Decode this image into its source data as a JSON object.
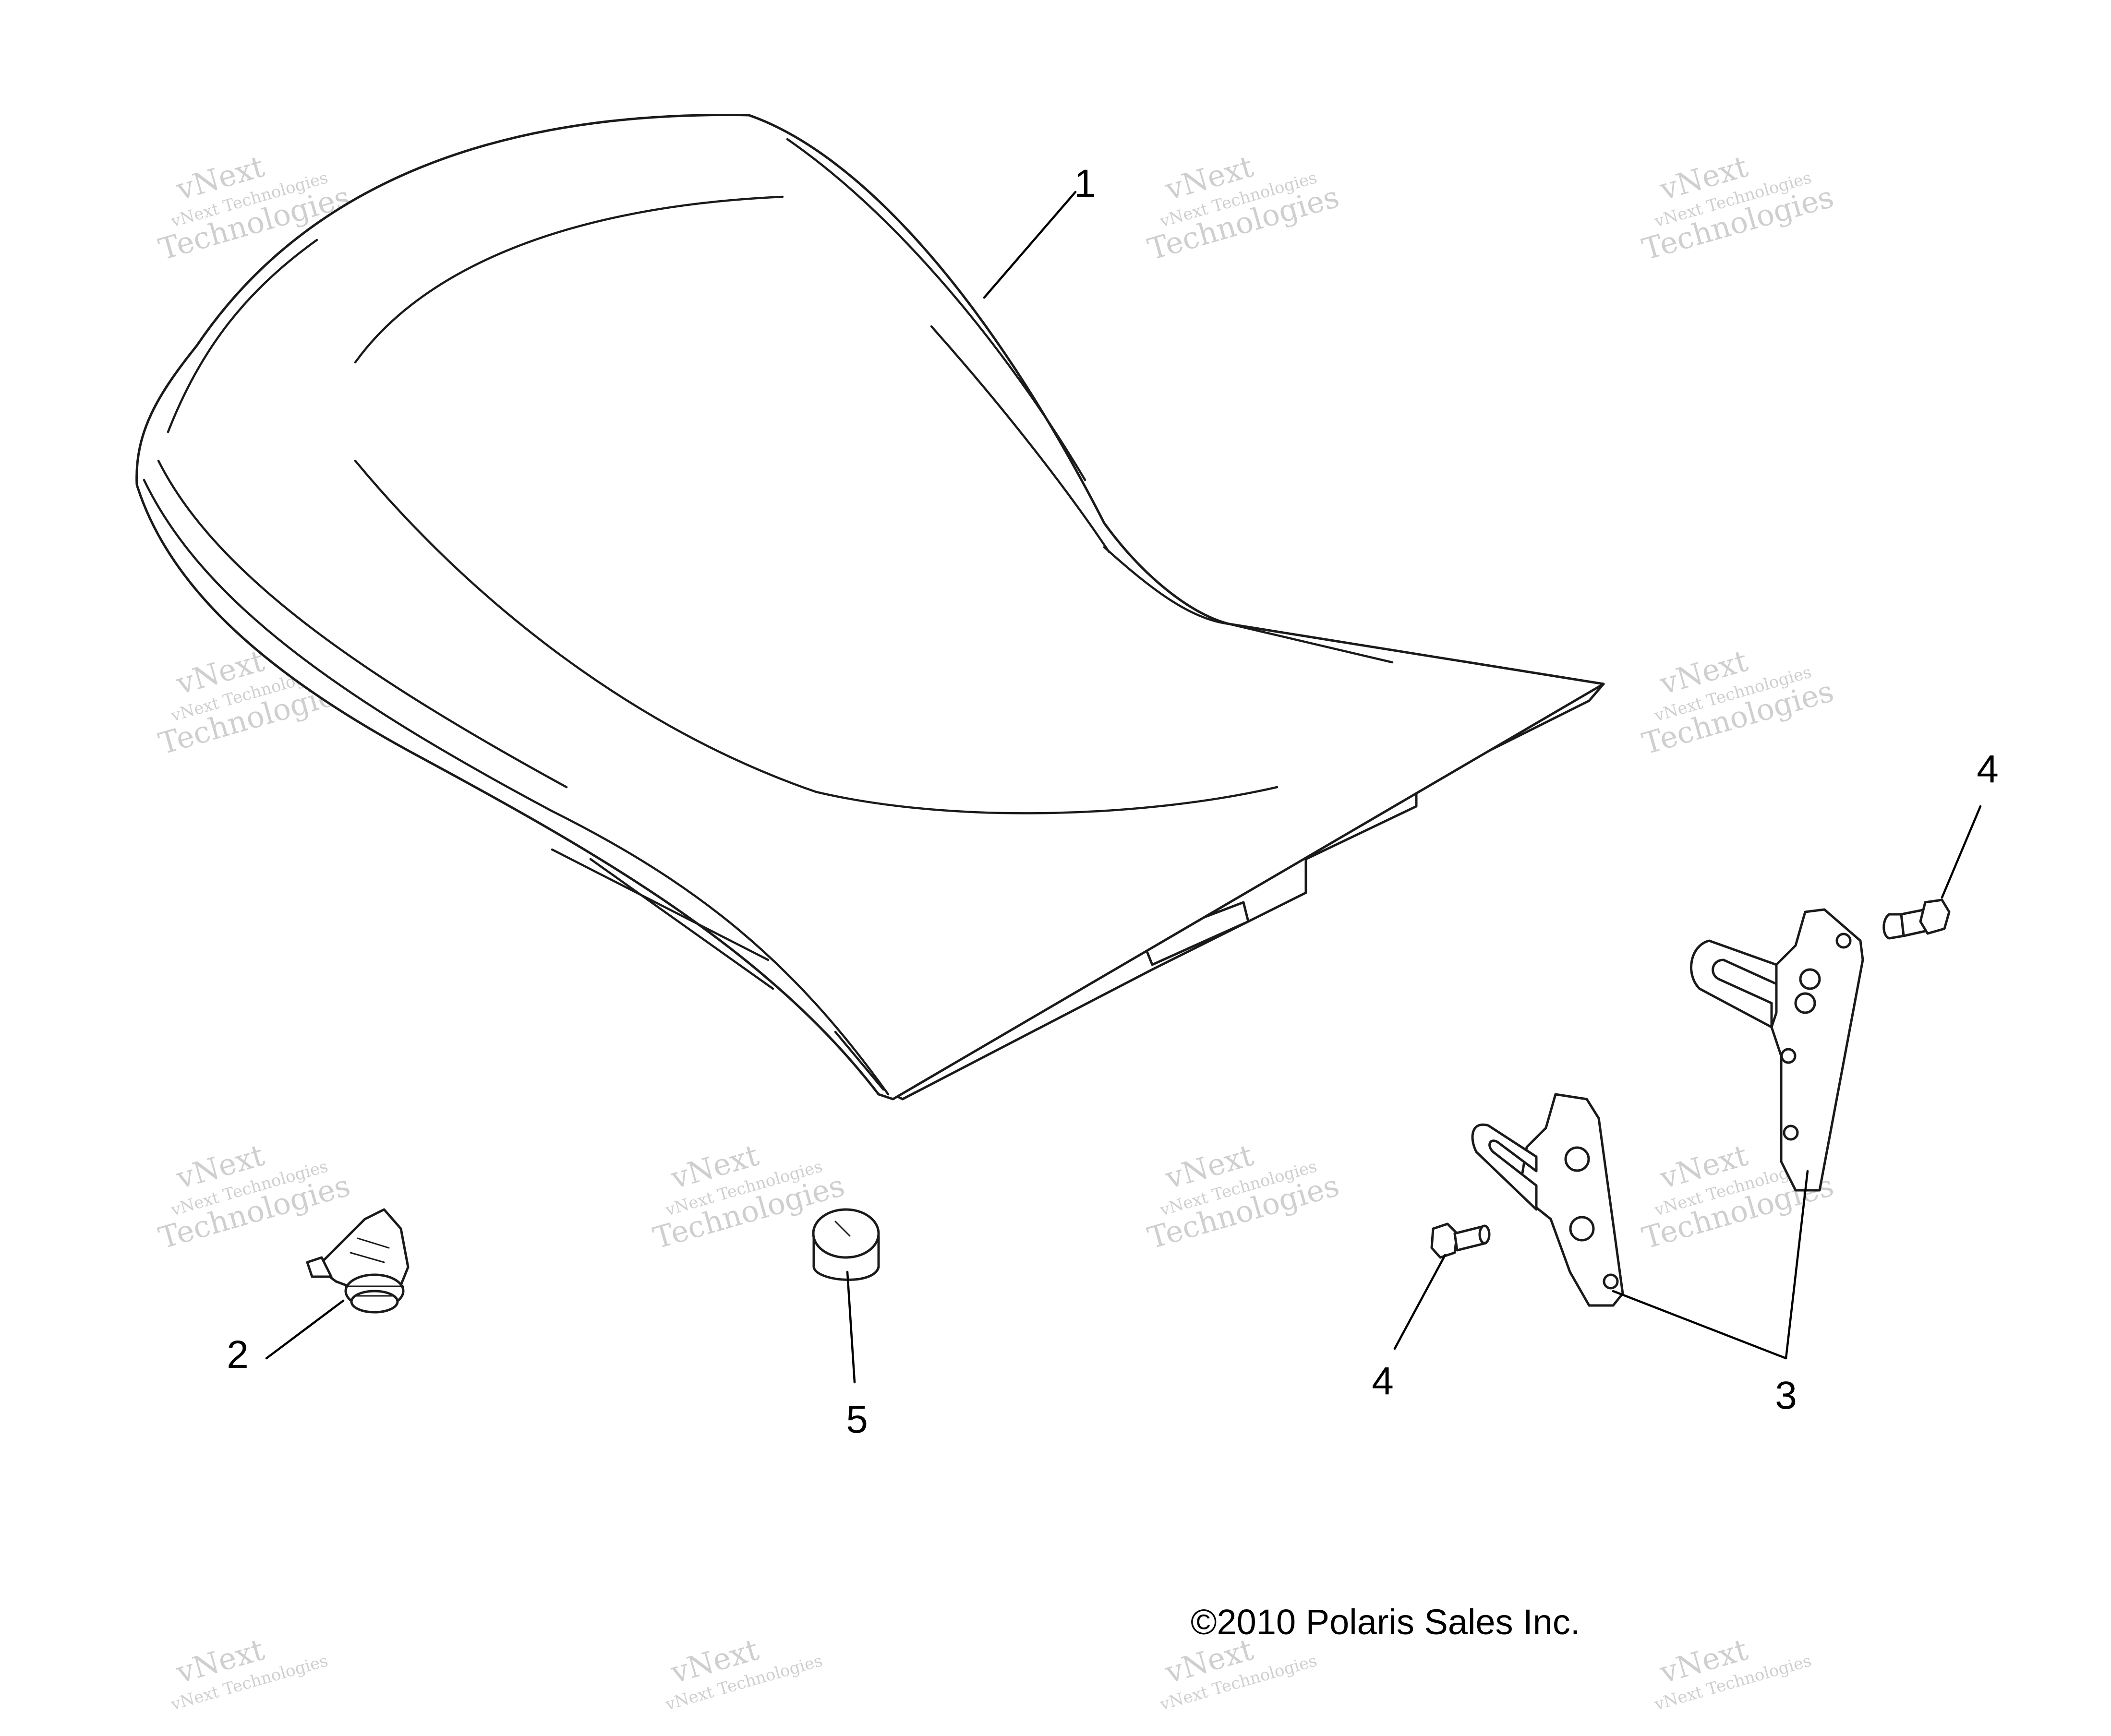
{
  "callouts": [
    "1",
    "2",
    "3",
    "4",
    "4",
    "5"
  ],
  "copyright": "©2010 Polaris Sales Inc.",
  "watermark": {
    "line_top": "vNext",
    "line_mid": "vNext Technologies",
    "line_bottom": "Technologies"
  }
}
